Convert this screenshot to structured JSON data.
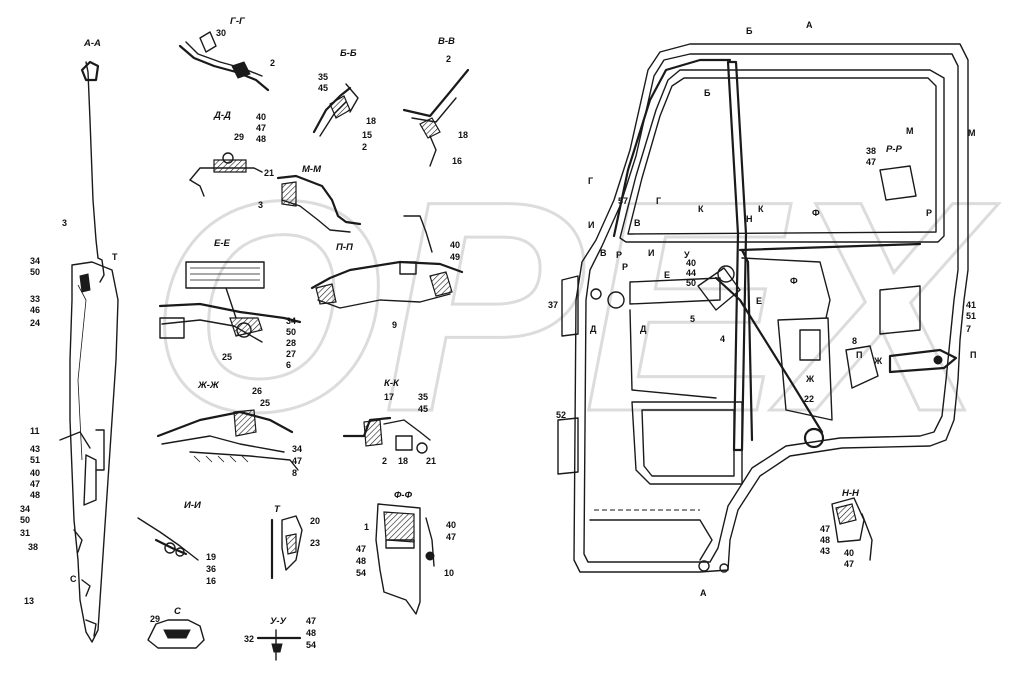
{
  "watermark": "ОРЕХ",
  "section_titles": {
    "aa": "А-А",
    "gg": "Г-Г",
    "bb": "Б-Б",
    "vv": "В-В",
    "dd": "Д-Д",
    "mm": "М-М",
    "ee": "Е-Е",
    "pp": "П-П",
    "zhzh": "Ж-Ж",
    "kk": "К-К",
    "ii": "И-И",
    "t": "Т",
    "ff": "Ф-Ф",
    "c": "С",
    "uu": "У-У",
    "rr": "Р-Р",
    "nn": "Н-Н"
  },
  "callouts": {
    "c30": "30",
    "c2a": "2",
    "c35a": "35",
    "c45a": "45",
    "c18a": "18",
    "c15": "15",
    "c2b": "2",
    "c2c": "2",
    "c18b": "18",
    "c16a": "16",
    "c40a": "40",
    "c47a": "47",
    "c48a": "48",
    "c29a": "29",
    "c21a": "21",
    "c3a": "3",
    "c34a": "34",
    "c50a": "50",
    "c28": "28",
    "c27": "27",
    "c6": "6",
    "c25a": "25",
    "c40b": "40",
    "c49": "49",
    "c9": "9",
    "c26": "26",
    "c25b": "25",
    "c34b": "34",
    "c47b": "47",
    "c8a": "8",
    "c17": "17",
    "c35b": "35",
    "c45b": "45",
    "c2d": "2",
    "c18c": "18",
    "c21b": "21",
    "c19": "19",
    "c36": "36",
    "c16b": "16",
    "c20": "20",
    "c23": "23",
    "c1": "1",
    "c40c": "40",
    "c47c": "47",
    "c47d": "47",
    "c48b": "48",
    "c54a": "54",
    "c10": "10",
    "c29b": "29",
    "c32": "32",
    "c47e": "47",
    "c48c": "48",
    "c54b": "54",
    "c3b": "3",
    "cT": "Т",
    "c34c": "34",
    "c50b": "50",
    "c33": "33",
    "c46": "46",
    "c24": "24",
    "c11": "11",
    "c43a": "43",
    "c51a": "51",
    "c40d": "40",
    "c47f": "47",
    "c48d": "48",
    "c34d": "34",
    "c50c": "50",
    "c31": "31",
    "c38a": "38",
    "cC": "С",
    "c13": "13",
    "dB": "Б",
    "dA": "А",
    "dB2": "Б",
    "dG": "Г",
    "dG2": "Г",
    "c57": "57",
    "dI": "И",
    "dV": "В",
    "dV2": "В",
    "dR": "Р",
    "dI2": "И",
    "dR2": "Р",
    "c37": "37",
    "dD": "Д",
    "dD2": "Д",
    "dK": "К",
    "dK2": "К",
    "dN": "Н",
    "dF": "Ф",
    "dF2": "Ф",
    "dE": "Е",
    "dE2": "Е",
    "dU": "У",
    "c40e": "40",
    "c44": "44",
    "c50d": "50",
    "c5": "5",
    "c4": "4",
    "c8b": "8",
    "dP": "П",
    "dZh": "Ж",
    "dP2": "П",
    "dZh2": "Ж",
    "c22": "22",
    "c52": "52",
    "dM": "М",
    "dM2": "М",
    "c38b": "38",
    "c47g": "47",
    "c41": "41",
    "c51b": "51",
    "c7": "7",
    "dR3": "Р",
    "dA2": "А",
    "c47h": "47",
    "c48e": "48",
    "c43b": "43",
    "c40f": "40",
    "c47i": "47"
  }
}
